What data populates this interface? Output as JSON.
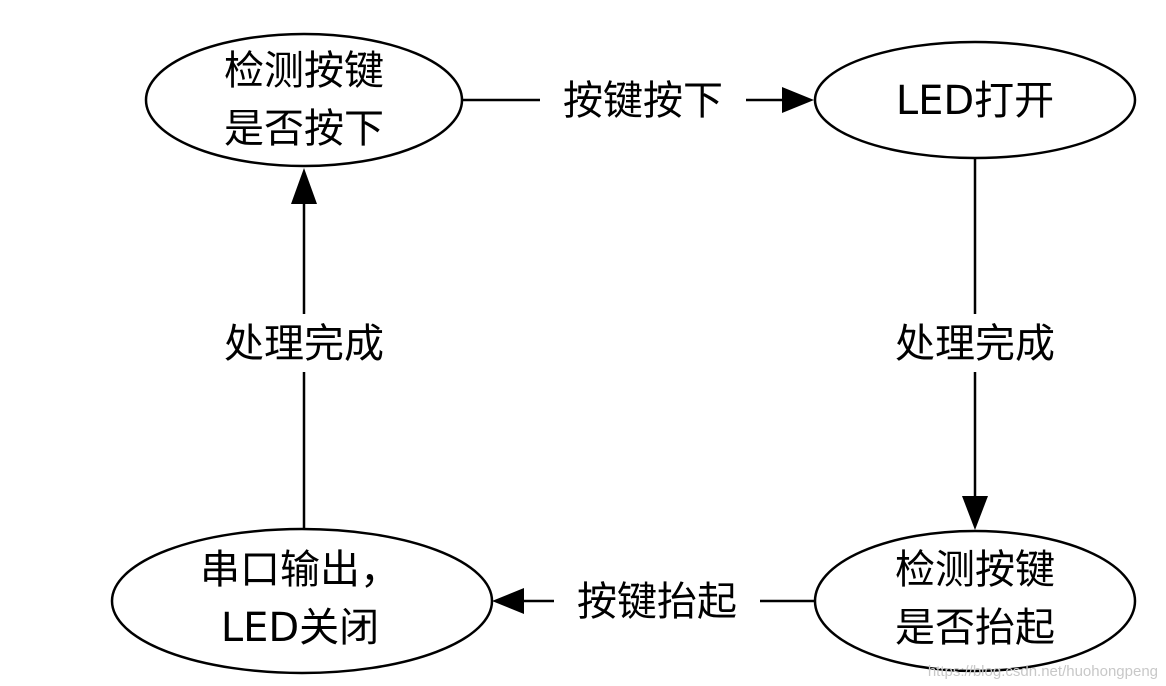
{
  "diagram": {
    "nodes": {
      "detect_press": {
        "lines": [
          "检测按键",
          "是否按下"
        ]
      },
      "led_on": {
        "lines": [
          "LED打开"
        ]
      },
      "detect_release": {
        "lines": [
          "检测按键",
          "是否抬起"
        ]
      },
      "serial_led_off": {
        "lines": [
          "串口输出，",
          "LED关闭"
        ]
      }
    },
    "edges": {
      "press_to_on": {
        "label": "按键按下"
      },
      "on_to_release": {
        "label": "处理完成"
      },
      "release_to_serial": {
        "label": "按键抬起"
      },
      "serial_to_press": {
        "label": "处理完成"
      }
    },
    "colors": {
      "stroke": "#000000",
      "fill": "#ffffff",
      "watermark": "#c8c8c8"
    }
  },
  "watermark": {
    "text": "https://blog.csdn.net/huohongpeng"
  }
}
